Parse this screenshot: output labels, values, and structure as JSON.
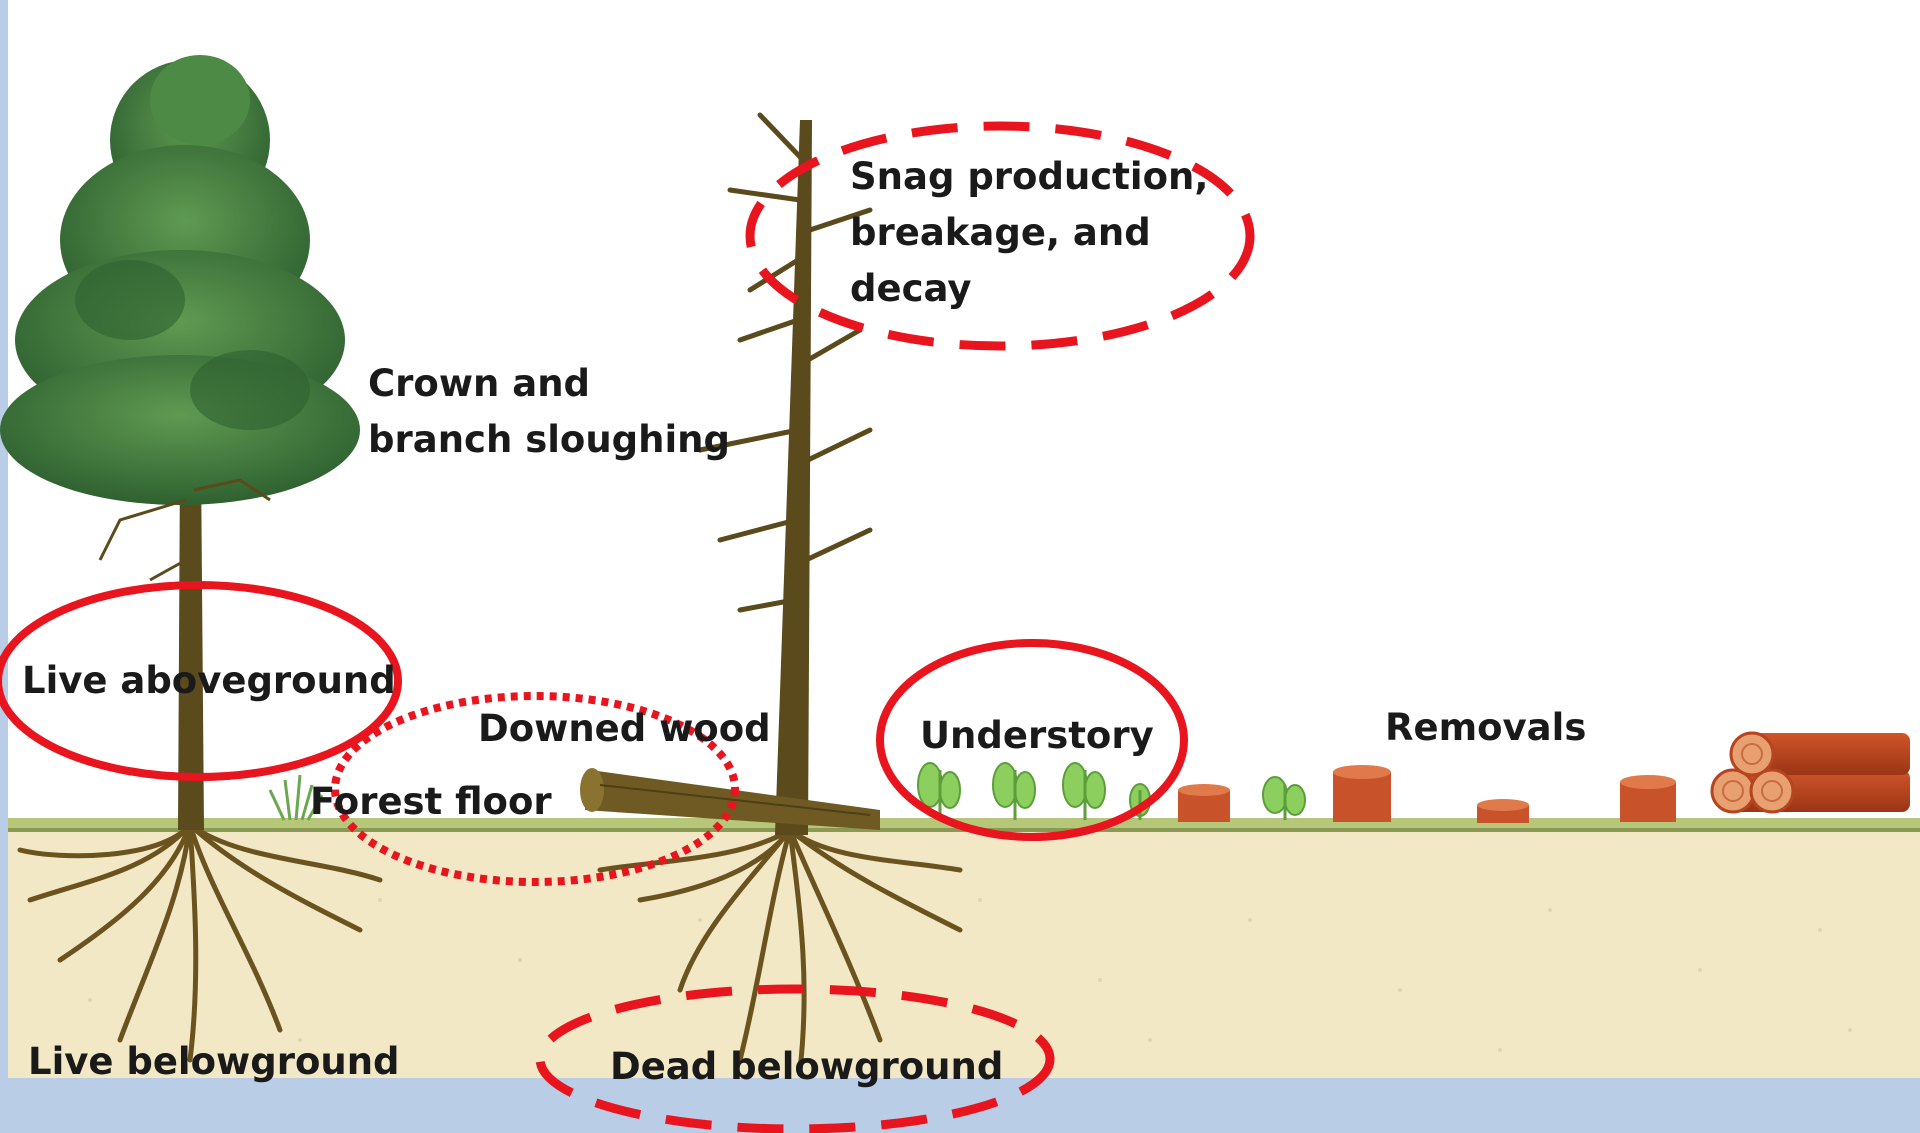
{
  "labels": {
    "snag": [
      "Snag production,",
      "breakage, and",
      "decay"
    ],
    "crown": [
      "Crown and",
      "branch sloughing"
    ],
    "live_aboveground": "Live aboveground",
    "downed_wood": "Downed wood",
    "forest_floor": "Forest floor",
    "understory": "Understory",
    "removals": "Removals",
    "live_belowground": "Live belowground",
    "dead_belowground": "Dead belowground"
  },
  "colors": {
    "highlight_red": "#e8141e",
    "soil": "#f3e8c6",
    "bottom_band": "#b9cde6",
    "left_band": "#b9cde6",
    "foliage": "#3f7a3a",
    "trunk": "#5a4a1c",
    "log": "#b5441f"
  }
}
